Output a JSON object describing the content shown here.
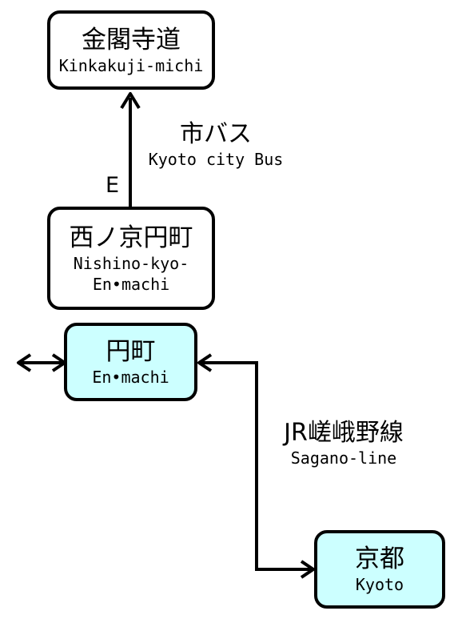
{
  "stations": {
    "kinkakuji": {
      "jp": "金閣寺道",
      "en": "Kinkakuji-michi"
    },
    "nishinokyo": {
      "jp": "西ノ京円町",
      "en_line1": "Nishino-kyo-",
      "en_line2": "En•machi"
    },
    "enmachi": {
      "jp": "円町",
      "en": "En•machi"
    },
    "kyoto": {
      "jp": "京都",
      "en": "Kyoto"
    }
  },
  "routes": {
    "bus": {
      "jp": "市バス",
      "en": "Kyoto city Bus",
      "stop_label": "E"
    },
    "rail": {
      "jp": "JR嵯峨野線",
      "en": "Sagano-line"
    }
  },
  "colors": {
    "station_fill": "#ffffff",
    "jr_station_fill": "#ccffff",
    "line": "#000000"
  }
}
